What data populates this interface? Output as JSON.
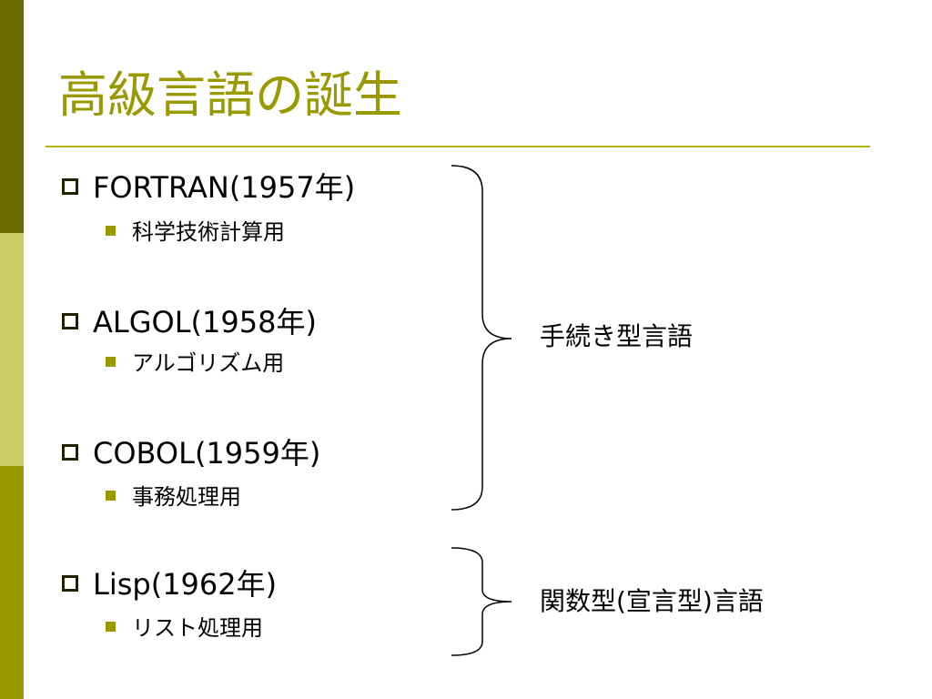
{
  "slide": {
    "title": "高級言語の誕生",
    "items": [
      {
        "label": "FORTRAN(1957年)",
        "sub": "科学技術計算用"
      },
      {
        "label": "ALGOL(1958年)",
        "sub": "アルゴリズム用"
      },
      {
        "label": "COBOL(1959年)",
        "sub": "事務処理用"
      },
      {
        "label": "Lisp(1962年)",
        "sub": "リスト処理用"
      }
    ],
    "groups": [
      {
        "label": "手続き型言語"
      },
      {
        "label": "関数型(宣言型)言語"
      }
    ]
  },
  "colors": {
    "title": "#999900",
    "rule": "#b3b300",
    "bar_dark": "#6b6b00",
    "bar_light": "#cccc66",
    "bar_mid": "#999900",
    "sub_bullet": "#999900"
  }
}
